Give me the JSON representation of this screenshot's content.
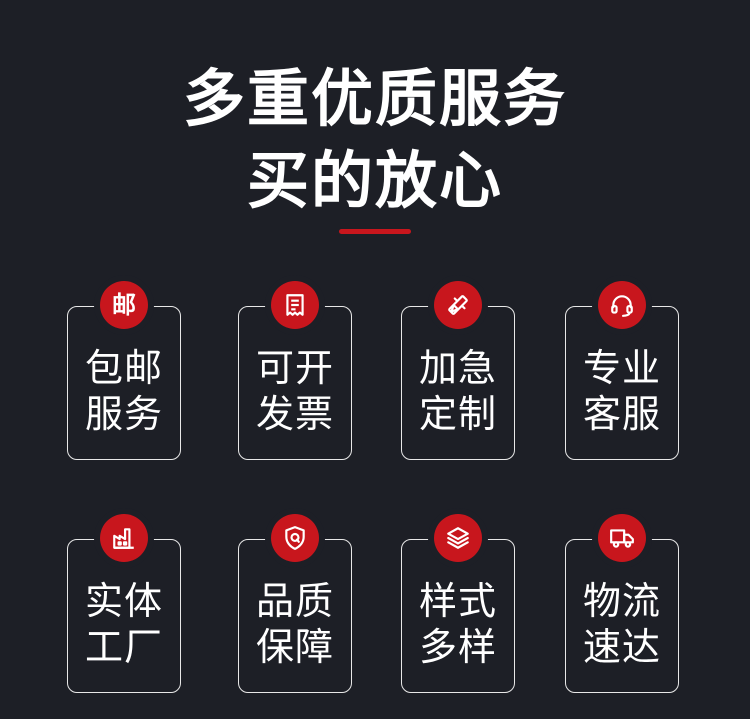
{
  "heading": {
    "line1": "多重优质服务",
    "line2": "买的放心"
  },
  "colors": {
    "background": "#1d1f26",
    "accent": "#c8161d",
    "text": "#ffffff"
  },
  "cards": [
    {
      "icon": "mail-badge-icon",
      "badge_text": "邮",
      "line1": "包邮",
      "line2": "服务"
    },
    {
      "icon": "receipt-icon",
      "line1": "可开",
      "line2": "发票"
    },
    {
      "icon": "pencil-ruler-icon",
      "line1": "加急",
      "line2": "定制"
    },
    {
      "icon": "headset-icon",
      "line1": "专业",
      "line2": "客服"
    },
    {
      "icon": "factory-icon",
      "line1": "实体",
      "line2": "工厂"
    },
    {
      "icon": "shield-q-icon",
      "line1": "品质",
      "line2": "保障"
    },
    {
      "icon": "layers-icon",
      "line1": "样式",
      "line2": "多样"
    },
    {
      "icon": "truck-icon",
      "line1": "物流",
      "line2": "速达"
    }
  ]
}
